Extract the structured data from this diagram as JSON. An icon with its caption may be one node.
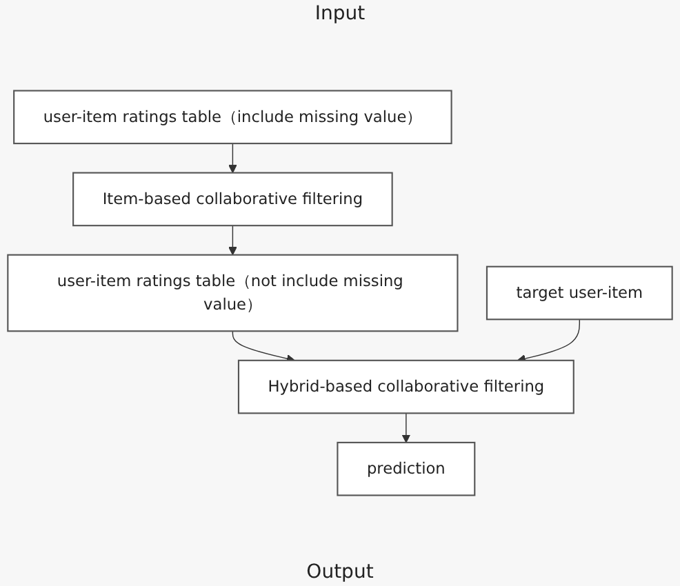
{
  "diagram": {
    "nodes": [
      {
        "text": [
          "user-item ratings table（include missing value）"
        ],
        "beside": [
          "Input"
        ]
      },
      {
        "text": [
          "Item-based collaborative filtering"
        ]
      },
      {
        "text": [
          "user-item ratings table（not include missing value）"
        ]
      },
      {
        "text": [
          "target user-item"
        ]
      },
      {
        "text": [
          "Hybrid-based collaborative filtering"
        ]
      },
      {
        "text": [
          "prediction"
        ],
        "beside": [
          "Output"
        ]
      }
    ],
    "edges": [
      {
        "from": 0,
        "to": 1,
        "arrow": "to"
      },
      {
        "from": 1,
        "to": 2,
        "arrow": "to"
      },
      {
        "from": 2,
        "to": 4,
        "arrow": "to"
      },
      {
        "from": 3,
        "to": 4,
        "arrow": "to"
      },
      {
        "from": 4,
        "to": 5,
        "arrow": "to"
      }
    ]
  }
}
